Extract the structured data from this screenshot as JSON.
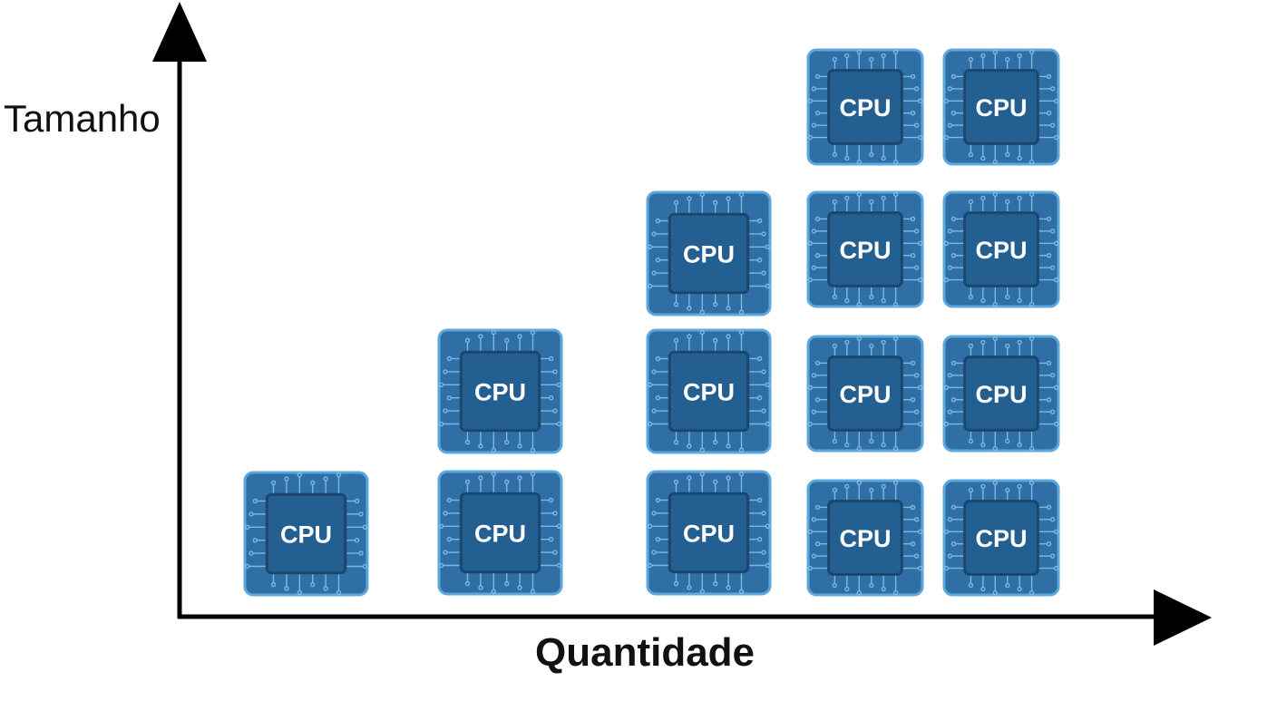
{
  "diagram": {
    "y_axis_label": "Tamanho",
    "x_axis_label": "Quantidade",
    "chip_label": "CPU",
    "columns": [
      {
        "name": "column-1",
        "chip_count": 1
      },
      {
        "name": "column-2",
        "chip_count": 2
      },
      {
        "name": "column-3",
        "chip_count": 3
      },
      {
        "name": "column-4",
        "chip_count": 4
      },
      {
        "name": "column-5",
        "chip_count": 4
      }
    ]
  },
  "colors": {
    "chip_fill": "#2f6fa5",
    "chip_border": "#5ea7dc",
    "chip_core": "#245f92",
    "chip_core_border": "#1a4670",
    "chip_traces": "#8cc4ec",
    "axis": "#000000"
  },
  "icons": {
    "chip": "cpu-chip-icon",
    "y_arrow": "arrow-up-icon",
    "x_arrow": "arrow-right-icon"
  }
}
